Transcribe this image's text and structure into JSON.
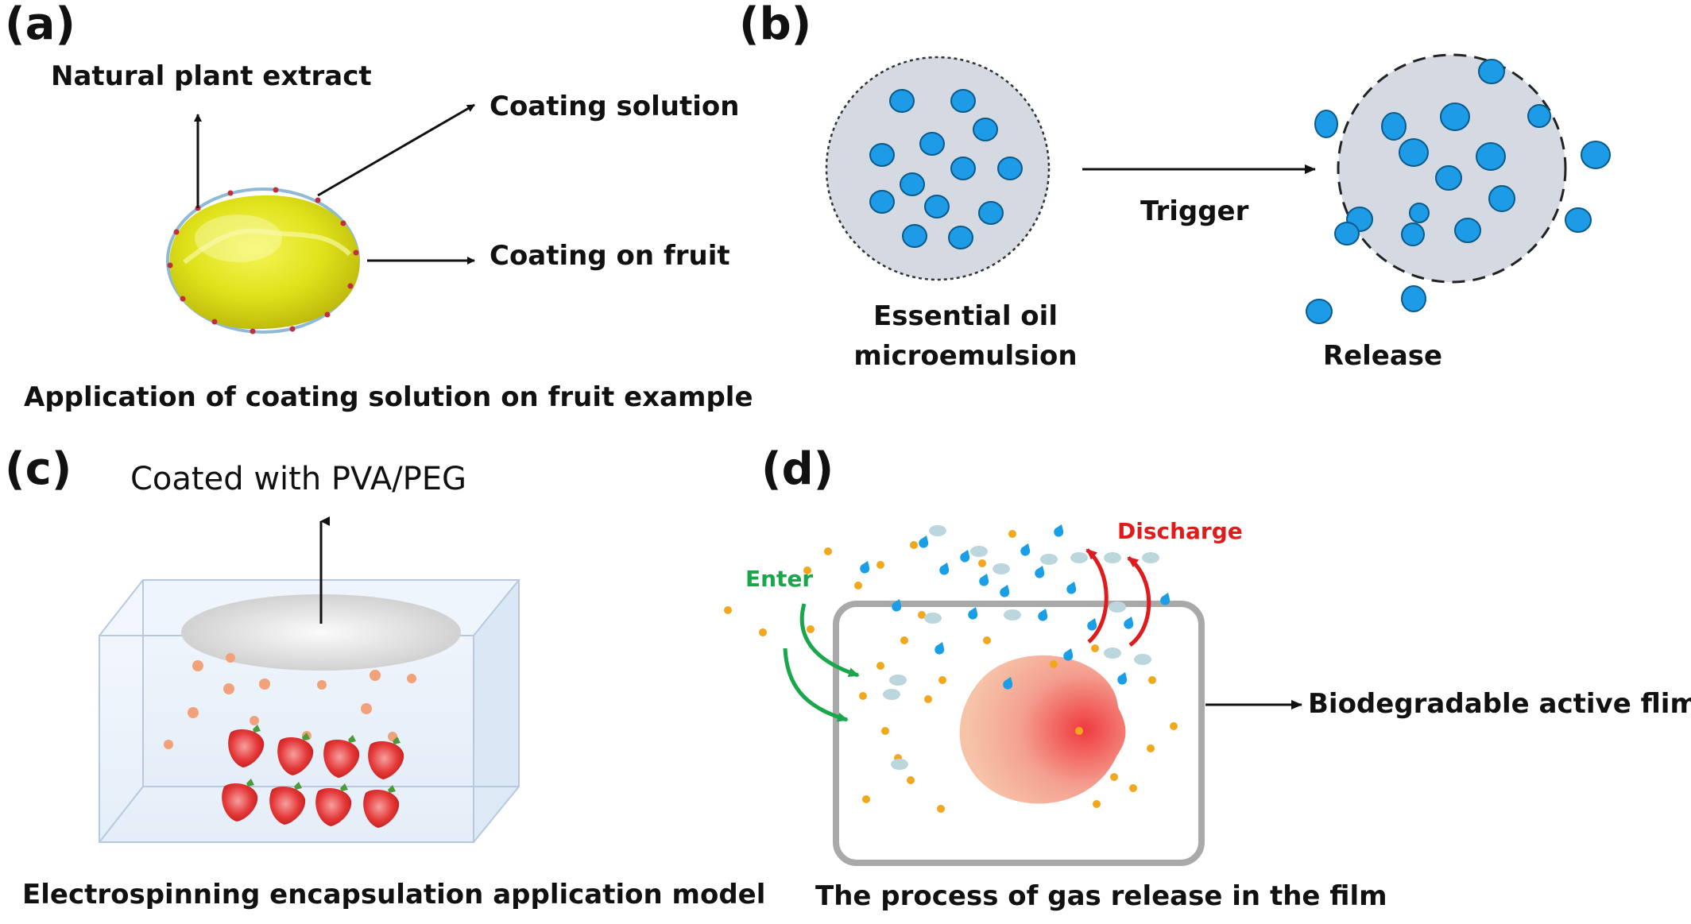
{
  "panels": {
    "a": {
      "label": "(a)",
      "natural_plant_extract": "Natural plant extract",
      "coating_solution": "Coating solution",
      "coating_on_fruit": "Coating on fruit",
      "caption": "Application of coating solution on fruit example"
    },
    "b": {
      "label": "(b)",
      "trigger": "Trigger",
      "left_caption_line1": "Essential oil",
      "left_caption_line2": "microemulsion",
      "right_caption": "Release"
    },
    "c": {
      "label": "(c)",
      "coated": "Coated with PVA/PEG",
      "caption": "Electrospinning encapsulation application model"
    },
    "d": {
      "label": "(d)",
      "enter": "Enter",
      "discharge": "Discharge",
      "film": "Biodegradable active flim",
      "caption": "The process of gas release in the film"
    }
  },
  "colors": {
    "droplet": "#1e9be6",
    "droplet_stroke": "#0a5a8a",
    "capsule_fill": "#d4d9e2",
    "enter_arrow": "#1aa64a",
    "discharge_arrow": "#e01b1b",
    "orange_dot": "#f2a81d",
    "blue_dot": "#1a9ee6",
    "oval_dot": "#bcd6dd"
  }
}
